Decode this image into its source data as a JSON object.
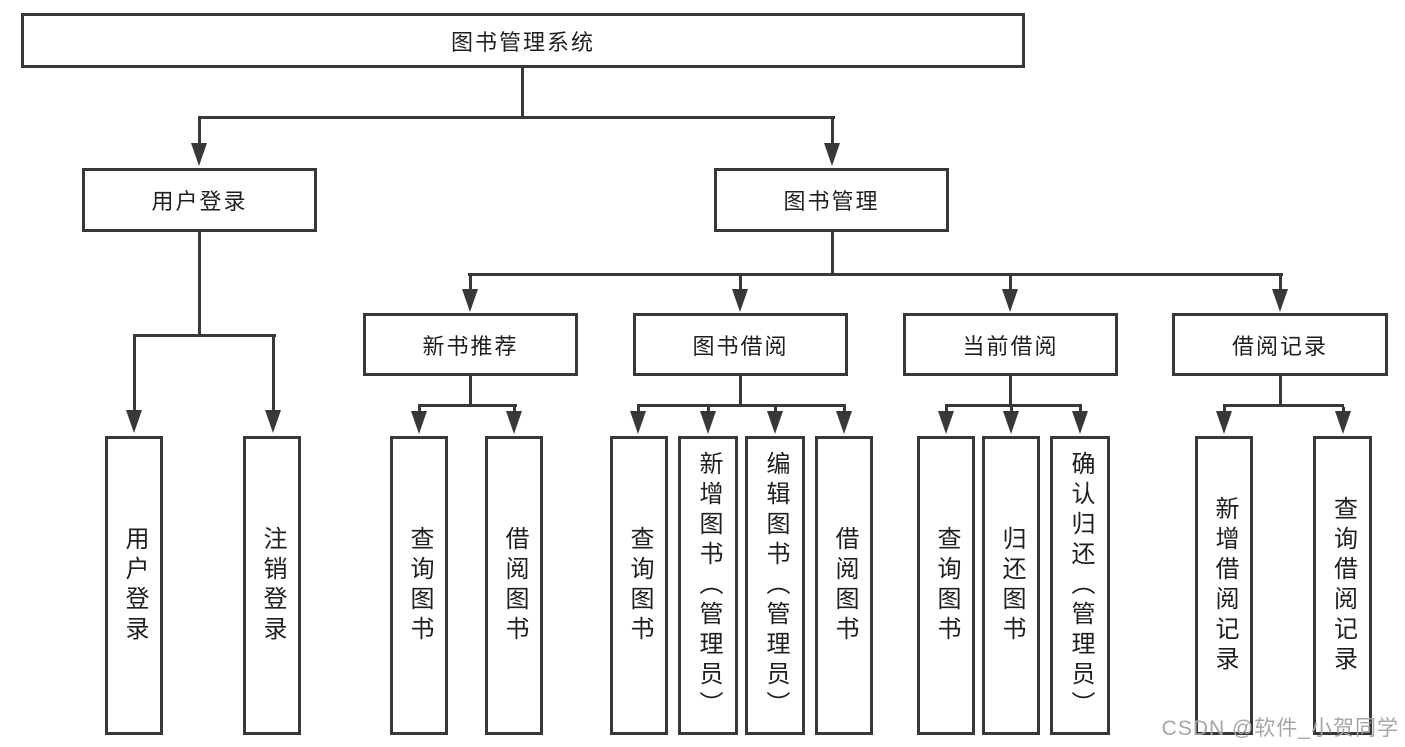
{
  "tree": {
    "label": "图书管理系统",
    "children": [
      {
        "label": "用户登录",
        "children": [
          {
            "label": "用户登录"
          },
          {
            "label": "注销登录"
          }
        ]
      },
      {
        "label": "图书管理",
        "children": [
          {
            "label": "新书推荐",
            "children": [
              {
                "label": "查询图书"
              },
              {
                "label": "借阅图书"
              }
            ]
          },
          {
            "label": "图书借阅",
            "children": [
              {
                "label": "查询图书"
              },
              {
                "label": "新增图书（管理员）"
              },
              {
                "label": "编辑图书（管理员）"
              },
              {
                "label": "借阅图书"
              }
            ]
          },
          {
            "label": "当前借阅",
            "children": [
              {
                "label": "查询图书"
              },
              {
                "label": "归还图书"
              },
              {
                "label": "确认归还（管理员）"
              }
            ]
          },
          {
            "label": "借阅记录",
            "children": [
              {
                "label": "新增借阅记录"
              },
              {
                "label": "查询借阅记录"
              }
            ]
          }
        ]
      }
    ]
  },
  "watermark": {
    "text": "CSDN @软件_小贺同学"
  },
  "colors": {
    "line": "#383838",
    "box_border": "#383838",
    "box_fill": "#ffffff",
    "text": "#1f1f1f",
    "watermark": "#a6a6a6",
    "background": "#ffffff"
  }
}
